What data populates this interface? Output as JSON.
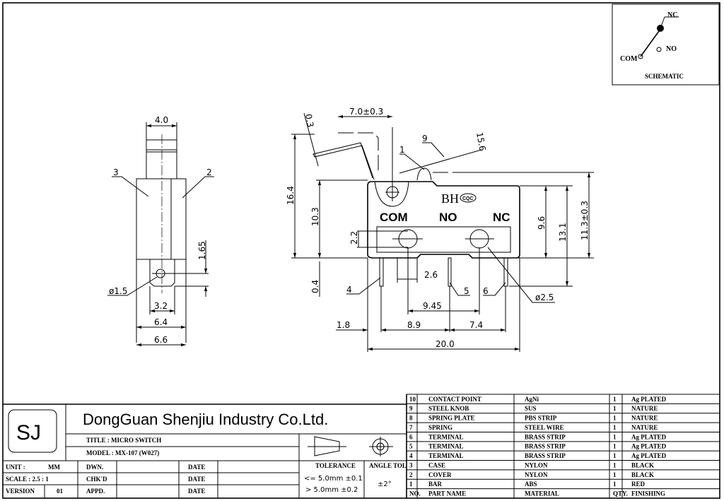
{
  "schematic": {
    "nc": "NC",
    "com": "COM",
    "no": "NO",
    "title": "SCHEMATIC"
  },
  "side_view": {
    "dims": [
      "4.0",
      "3",
      "2",
      "1.65",
      "ø1.5",
      "3.2",
      "6.4",
      "6.6"
    ]
  },
  "front_view": {
    "terminals": {
      "com": "COM",
      "no": "NO",
      "nc": "NC"
    },
    "logo": "BH",
    "cert": "CQC",
    "dims": {
      "lever_len": "7.0±0.3",
      "lever_thk": "0.3",
      "angle": "15.6",
      "part9": "9",
      "part1": "1",
      "h_total": "16.4",
      "h_body": "10.3",
      "hole_h": "2.2",
      "pin_off": "0.4",
      "part4": "4",
      "w_slot": "2.6",
      "part5": "5",
      "part6": "6",
      "hole_d": "ø2.5",
      "hole_pitch": "9.45",
      "left_off": "1.8",
      "pitch1": "8.9",
      "pitch2": "7.4",
      "width": "20.0",
      "h_case": "9.6",
      "h_pin": "13.1",
      "h_act": "11.3±0.3"
    }
  },
  "title_block": {
    "logo": "SJ",
    "company": "DongGuan Shenjiu Industry Co.Ltd.",
    "title_label": "TITLE  :  MICRO SWITCH",
    "model_label": "MODEL  :  MX-107    (W027)",
    "unit_label": "UNIT   :",
    "unit_value": "MM",
    "scale_label": "SCALE  :  2.5 : 1",
    "version_label": "VERSION",
    "version_value": "01",
    "dwn": "DWN.",
    "chkd": "CHK'D",
    "appd": "APPD.",
    "date1": "DATE",
    "date2": "DATE",
    "date3": "DATE",
    "tolerance": "TOLERANCE",
    "tol1": "<=  5.0mm  ±0.1",
    "tol2": ">  5.0mm  ±0.2",
    "angle_tol": "ANGLE TOL",
    "angle_value": "±2°"
  },
  "bom": {
    "header": {
      "no": "NO.",
      "part": "PART  NAME",
      "material": "MATERIAL",
      "qty": "QTY.",
      "finish": "FINISHING"
    },
    "rows": [
      {
        "no": "10",
        "part": "CONTACT POINT",
        "material": "AgNi",
        "qty": "1",
        "finish": "Ag PLATED"
      },
      {
        "no": "9",
        "part": "STEEL KNOB",
        "material": "SUS",
        "qty": "1",
        "finish": "NATURE"
      },
      {
        "no": "8",
        "part": "SPRING PLATE",
        "material": "PBS STRIP",
        "qty": "1",
        "finish": "NATURE"
      },
      {
        "no": "7",
        "part": "SPRING",
        "material": "STEEL WIRE",
        "qty": "1",
        "finish": "NATURE"
      },
      {
        "no": "6",
        "part": "TERMINAL",
        "material": "BRASS STRIP",
        "qty": "1",
        "finish": "Ag PLATED"
      },
      {
        "no": "5",
        "part": "TERMINAL",
        "material": "BRASS STRIP",
        "qty": "1",
        "finish": "Ag PLATED"
      },
      {
        "no": "4",
        "part": "TERMINAL",
        "material": "BRASS STRIP",
        "qty": "1",
        "finish": "Ag PLATED"
      },
      {
        "no": "3",
        "part": "CASE",
        "material": "NYLON",
        "qty": "1",
        "finish": "BLACK"
      },
      {
        "no": "2",
        "part": "COVER",
        "material": "NYLON",
        "qty": "1",
        "finish": "BLACK"
      },
      {
        "no": "1",
        "part": "BAR",
        "material": "ABS",
        "qty": "1",
        "finish": "RED"
      }
    ]
  }
}
